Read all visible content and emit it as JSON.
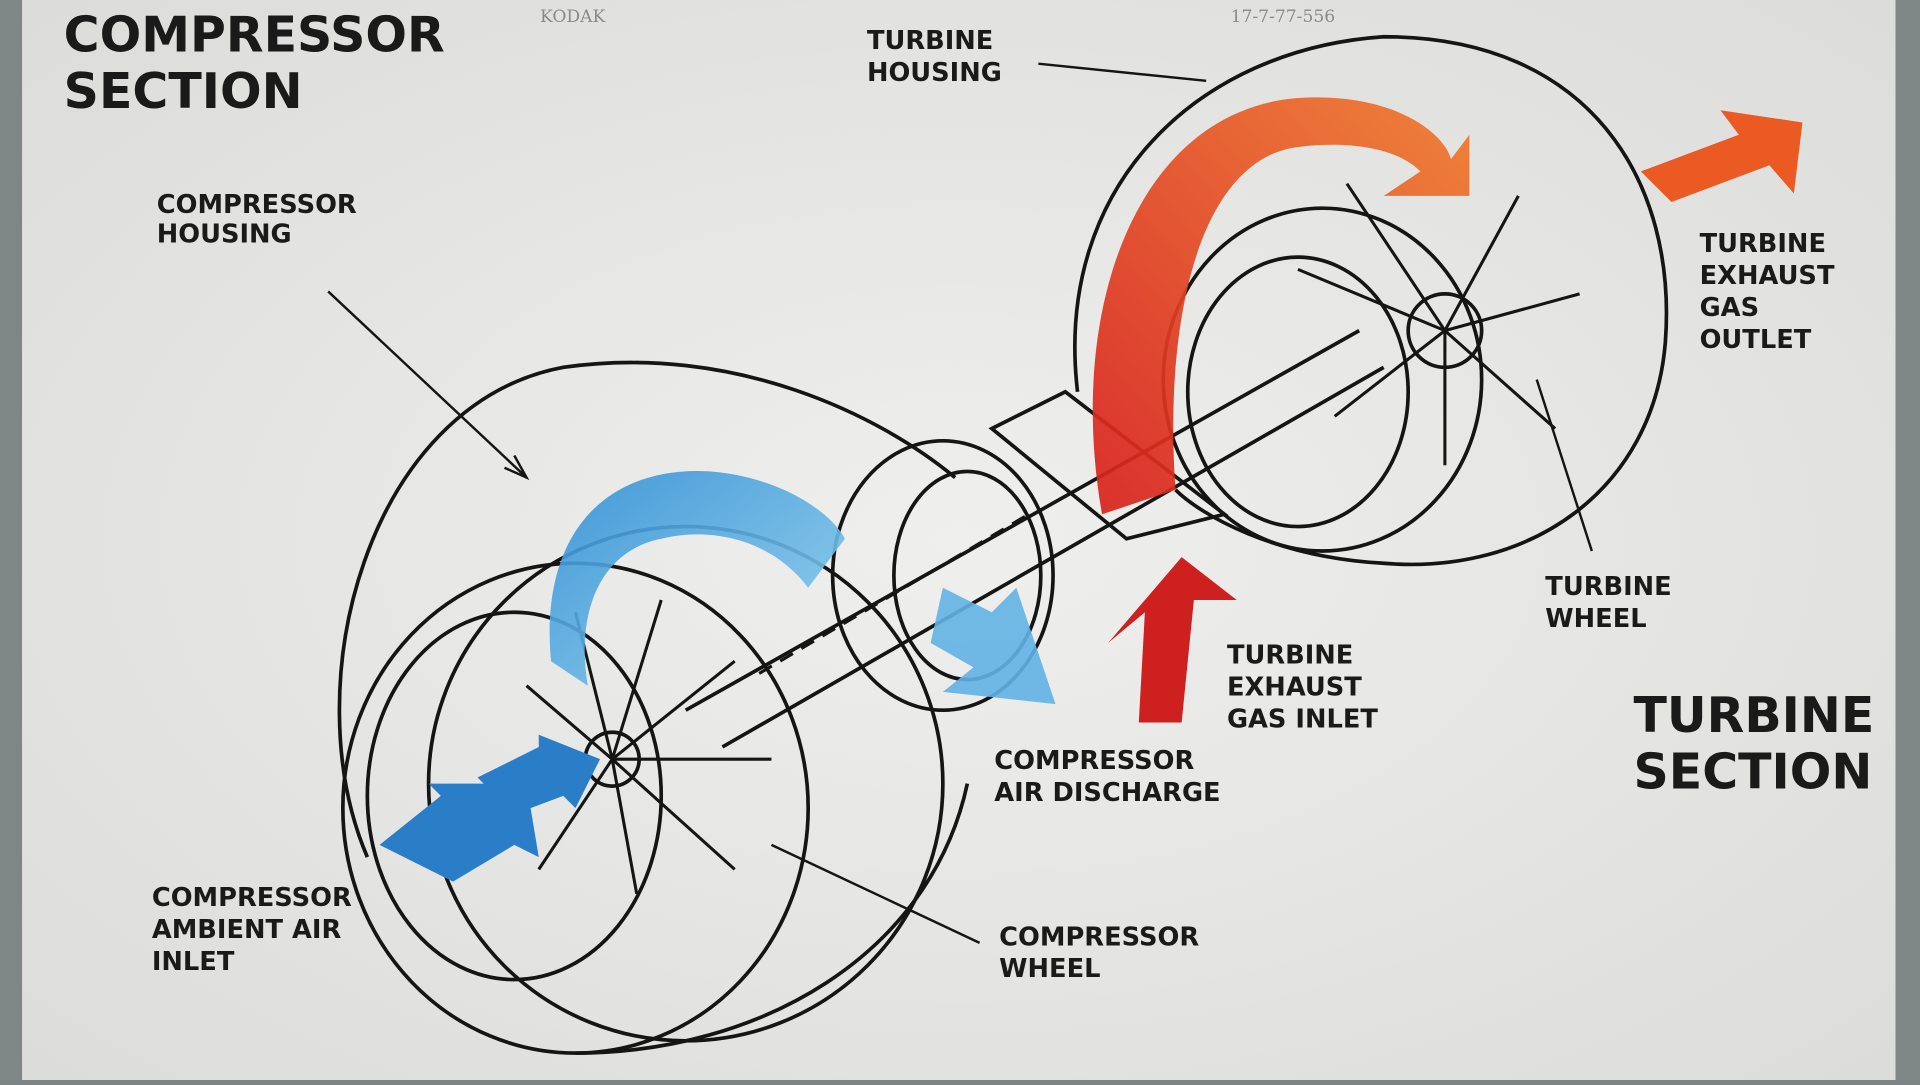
{
  "header": {
    "stamp_left": "KODAK",
    "stamp_right": "17-7-77-556"
  },
  "sections": {
    "compressor": [
      "COMPRESSOR",
      "SECTION"
    ],
    "turbine": [
      "TURBINE",
      "SECTION"
    ]
  },
  "labels": {
    "compressor_housing": [
      "COMPRESSOR",
      "HOUSING"
    ],
    "turbine_housing": [
      "TURBINE",
      "HOUSING"
    ],
    "turbine_exhaust_outlet": [
      "TURBINE",
      "EXHAUST",
      "GAS",
      "OUTLET"
    ],
    "turbine_wheel": [
      "TURBINE",
      "WHEEL"
    ],
    "turbine_exhaust_inlet": [
      "TURBINE",
      "EXHAUST",
      "GAS INLET"
    ],
    "compressor_discharge": [
      "COMPRESSOR",
      "AIR DISCHARGE"
    ],
    "compressor_inlet": [
      "COMPRESSOR",
      "AMBIENT AIR",
      "INLET"
    ],
    "compressor_wheel": [
      "COMPRESSOR",
      "WHEEL"
    ]
  },
  "colors": {
    "cold_air": "#3a9fd8",
    "hot_gas": "#e0301e",
    "exhaust": "#f06a28",
    "paper": "#e6e6e4"
  }
}
